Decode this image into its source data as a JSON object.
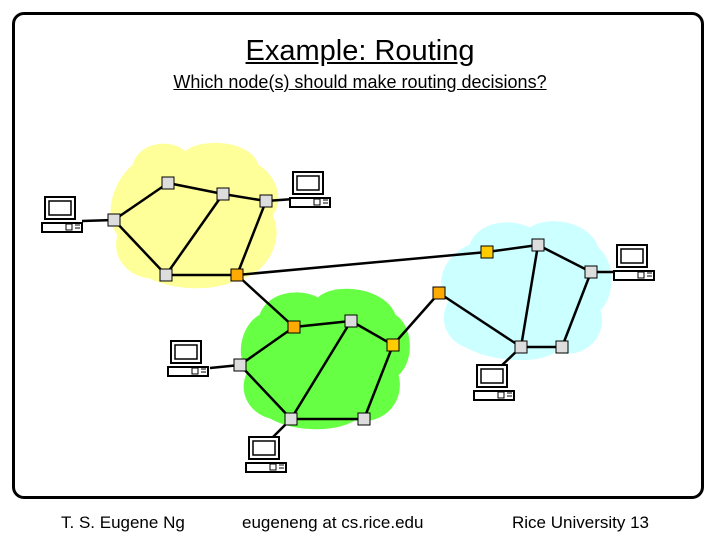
{
  "slide": {
    "title": "Example: Routing",
    "subtitle": "Which node(s) should make routing decisions?"
  },
  "footer": {
    "author": "T. S. Eugene Ng",
    "email": "eugeneng at cs.rice.edu",
    "institution": "Rice University 13"
  },
  "colors": {
    "cloud_yellow": "#ffff99",
    "cloud_green": "#66ff44",
    "cloud_cyan": "#ccffff",
    "router_gray": "#dddddd",
    "router_orange": "#ffaa00",
    "router_gold": "#ffcc00"
  },
  "icons": {
    "computer": "computer-icon",
    "router": "router-icon",
    "cloud": "network-cloud"
  }
}
